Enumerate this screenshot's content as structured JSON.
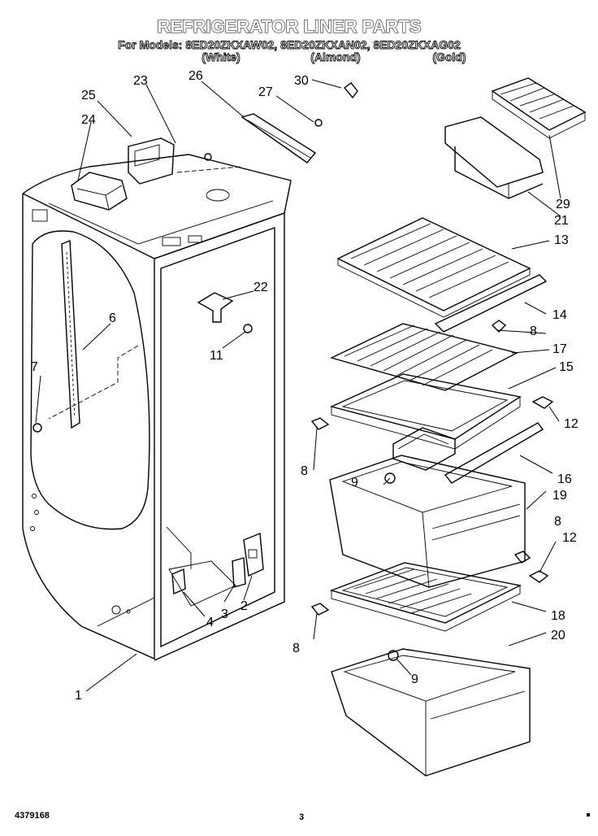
{
  "header": {
    "title": "REFRIGERATOR LINER PARTS",
    "models_line": "For Models: 8ED20ZKXAW02,  8ED20ZKXAN02,  8ED20ZKXAG02",
    "color_white": "(White)",
    "color_almond": "(Almond)",
    "color_gold": "(Gold)"
  },
  "callouts": {
    "c1": "1",
    "c2": "2",
    "c3": "3",
    "c4": "4",
    "c6": "6",
    "c7": "7",
    "c8a": "8",
    "c8b": "8",
    "c8c": "8",
    "c8d": "8",
    "c9a": "9",
    "c9b": "9",
    "c11": "11",
    "c12a": "12",
    "c12b": "12",
    "c13": "13",
    "c14": "14",
    "c15": "15",
    "c16": "16",
    "c17": "17",
    "c18": "18",
    "c19": "19",
    "c20": "20",
    "c21": "21",
    "c22": "22",
    "c23": "23",
    "c24": "24",
    "c25": "25",
    "c26": "26",
    "c27": "27",
    "c29": "29",
    "c30": "30"
  },
  "footer": {
    "part_number": "4379168",
    "page": "3"
  }
}
